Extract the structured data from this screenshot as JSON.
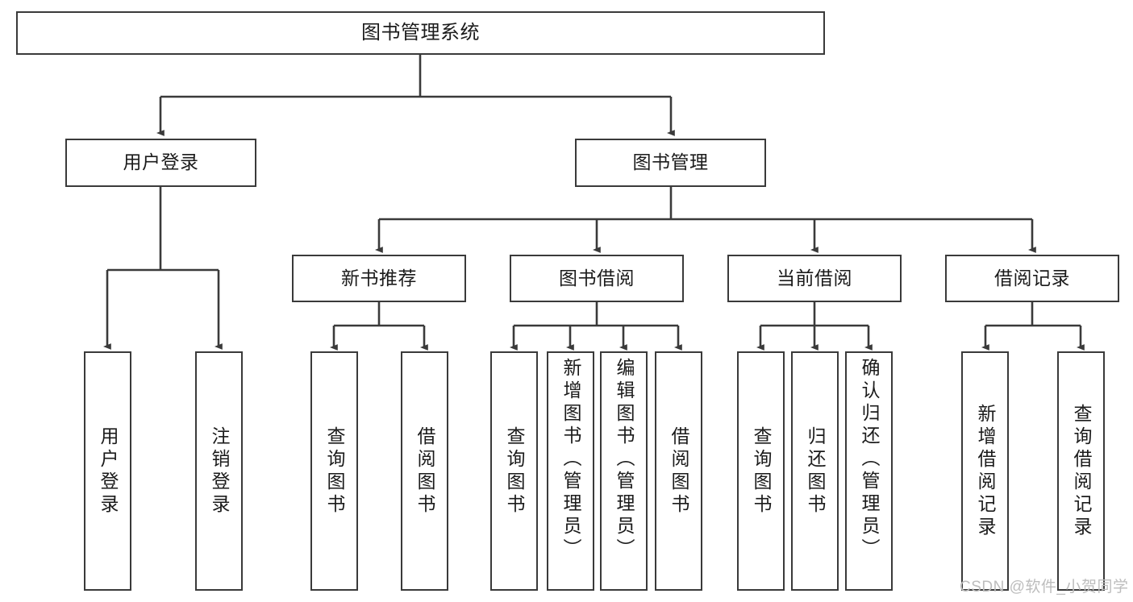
{
  "diagram": {
    "type": "tree-hierarchy",
    "title": "图书管理系统",
    "theme": {
      "background": "#ffffff",
      "node_fill": "#ffffff",
      "node_border": "#3a3a3a",
      "edge_color": "#3a3a3a",
      "text_color": "#1b1b1b",
      "watermark_color": "#bdbdbd"
    },
    "nodes": {
      "root": {
        "label": "图书管理系统"
      },
      "level2": [
        {
          "id": "user-login",
          "label": "用户登录"
        },
        {
          "id": "book-manage",
          "label": "图书管理"
        }
      ],
      "level3": [
        {
          "id": "new-book-recommend",
          "label": "新书推荐"
        },
        {
          "id": "book-borrow",
          "label": "图书借阅"
        },
        {
          "id": "current-borrow",
          "label": "当前借阅"
        },
        {
          "id": "borrow-record",
          "label": "借阅记录"
        }
      ],
      "leaves": {
        "user_login": [
          {
            "id": "leaf-user-login",
            "label": "用户登录"
          },
          {
            "id": "leaf-logout-login",
            "label": "注销登录"
          }
        ],
        "new_book_recommend": [
          {
            "id": "leaf-query-book-1",
            "label": "查询图书"
          },
          {
            "id": "leaf-borrow-book-1",
            "label": "借阅图书"
          }
        ],
        "book_borrow": [
          {
            "id": "leaf-query-book-2",
            "label": "查询图书"
          },
          {
            "id": "leaf-add-book",
            "label": "新增图书（管理员）"
          },
          {
            "id": "leaf-edit-book",
            "label": "编辑图书（管理员）"
          },
          {
            "id": "leaf-borrow-book-2",
            "label": "借阅图书"
          }
        ],
        "current_borrow": [
          {
            "id": "leaf-query-book-3",
            "label": "查询图书"
          },
          {
            "id": "leaf-return-book",
            "label": "归还图书"
          },
          {
            "id": "leaf-confirm-return",
            "label": "确认归还（管理员）"
          }
        ],
        "borrow_record": [
          {
            "id": "leaf-add-borrow-record",
            "label": "新增借阅记录"
          },
          {
            "id": "leaf-query-borrow-record",
            "label": "查询借阅记录"
          }
        ]
      }
    },
    "watermark": "CSDN @软件_小贺同学"
  }
}
